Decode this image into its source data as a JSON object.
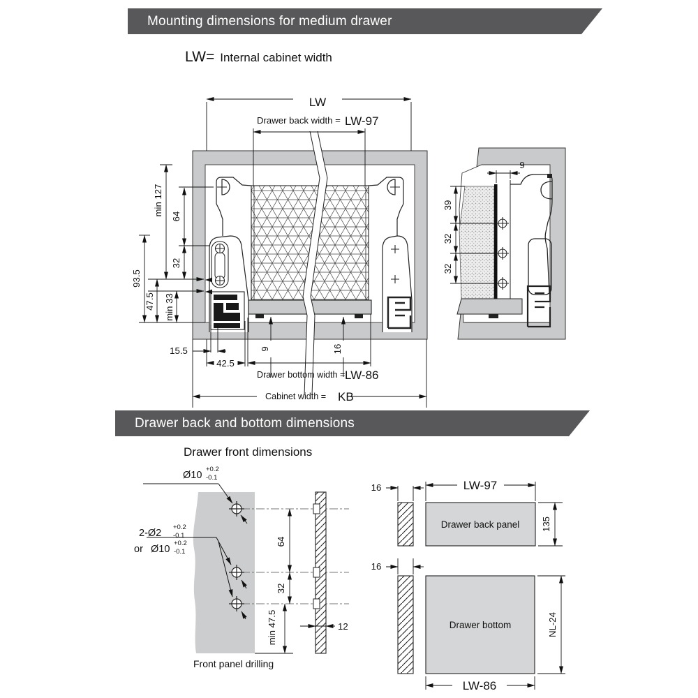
{
  "banners": {
    "top": "Mounting dimensions for medium drawer",
    "bottom": "Drawer back and bottom dimensions"
  },
  "intro": {
    "abbr": "LW=",
    "desc": "Internal cabinet width"
  },
  "front_view": {
    "lw": "LW",
    "back_width_label": "Drawer back width =",
    "back_width_value": "LW-97",
    "min127": "min 127",
    "d64": "64",
    "d32": "32",
    "d93_5": "93.5",
    "d47_5": "47.5",
    "min33": "min 33",
    "d15_5": "15.5",
    "d42_5": "42.5",
    "d9": "9",
    "d16": "16",
    "bottom_width_label": "Drawer bottom width =",
    "bottom_width_value": "LW-86",
    "cabinet_width_label": "Cabinet width =",
    "cabinet_width_value": "KB"
  },
  "side_view": {
    "d9": "9",
    "d39": "39",
    "d32_upper": "32",
    "d32_lower": "32"
  },
  "drilling": {
    "title": "Drawer front dimensions",
    "hole1": "Ø10",
    "hole2": "2-Ø2",
    "or_word": "or",
    "hole3": "Ø10",
    "tol_plus": "+0.2",
    "tol_minus": "-0.1",
    "d64": "64",
    "d32": "32",
    "min47_5": "min 47.5",
    "d12": "12",
    "caption": "Front panel drilling"
  },
  "panels": {
    "back_thickness": "16",
    "back_width": "LW-97",
    "back_label": "Drawer back panel",
    "back_height": "135",
    "bottom_thickness": "16",
    "bottom_label": "Drawer bottom",
    "bottom_height": "NL-24",
    "bottom_width": "LW-86"
  },
  "colors": {
    "banner": "#58585a",
    "cabinet_gray": "#c9cacb",
    "panel_gray": "#d5d6d7",
    "line": "#1a1a1a"
  }
}
